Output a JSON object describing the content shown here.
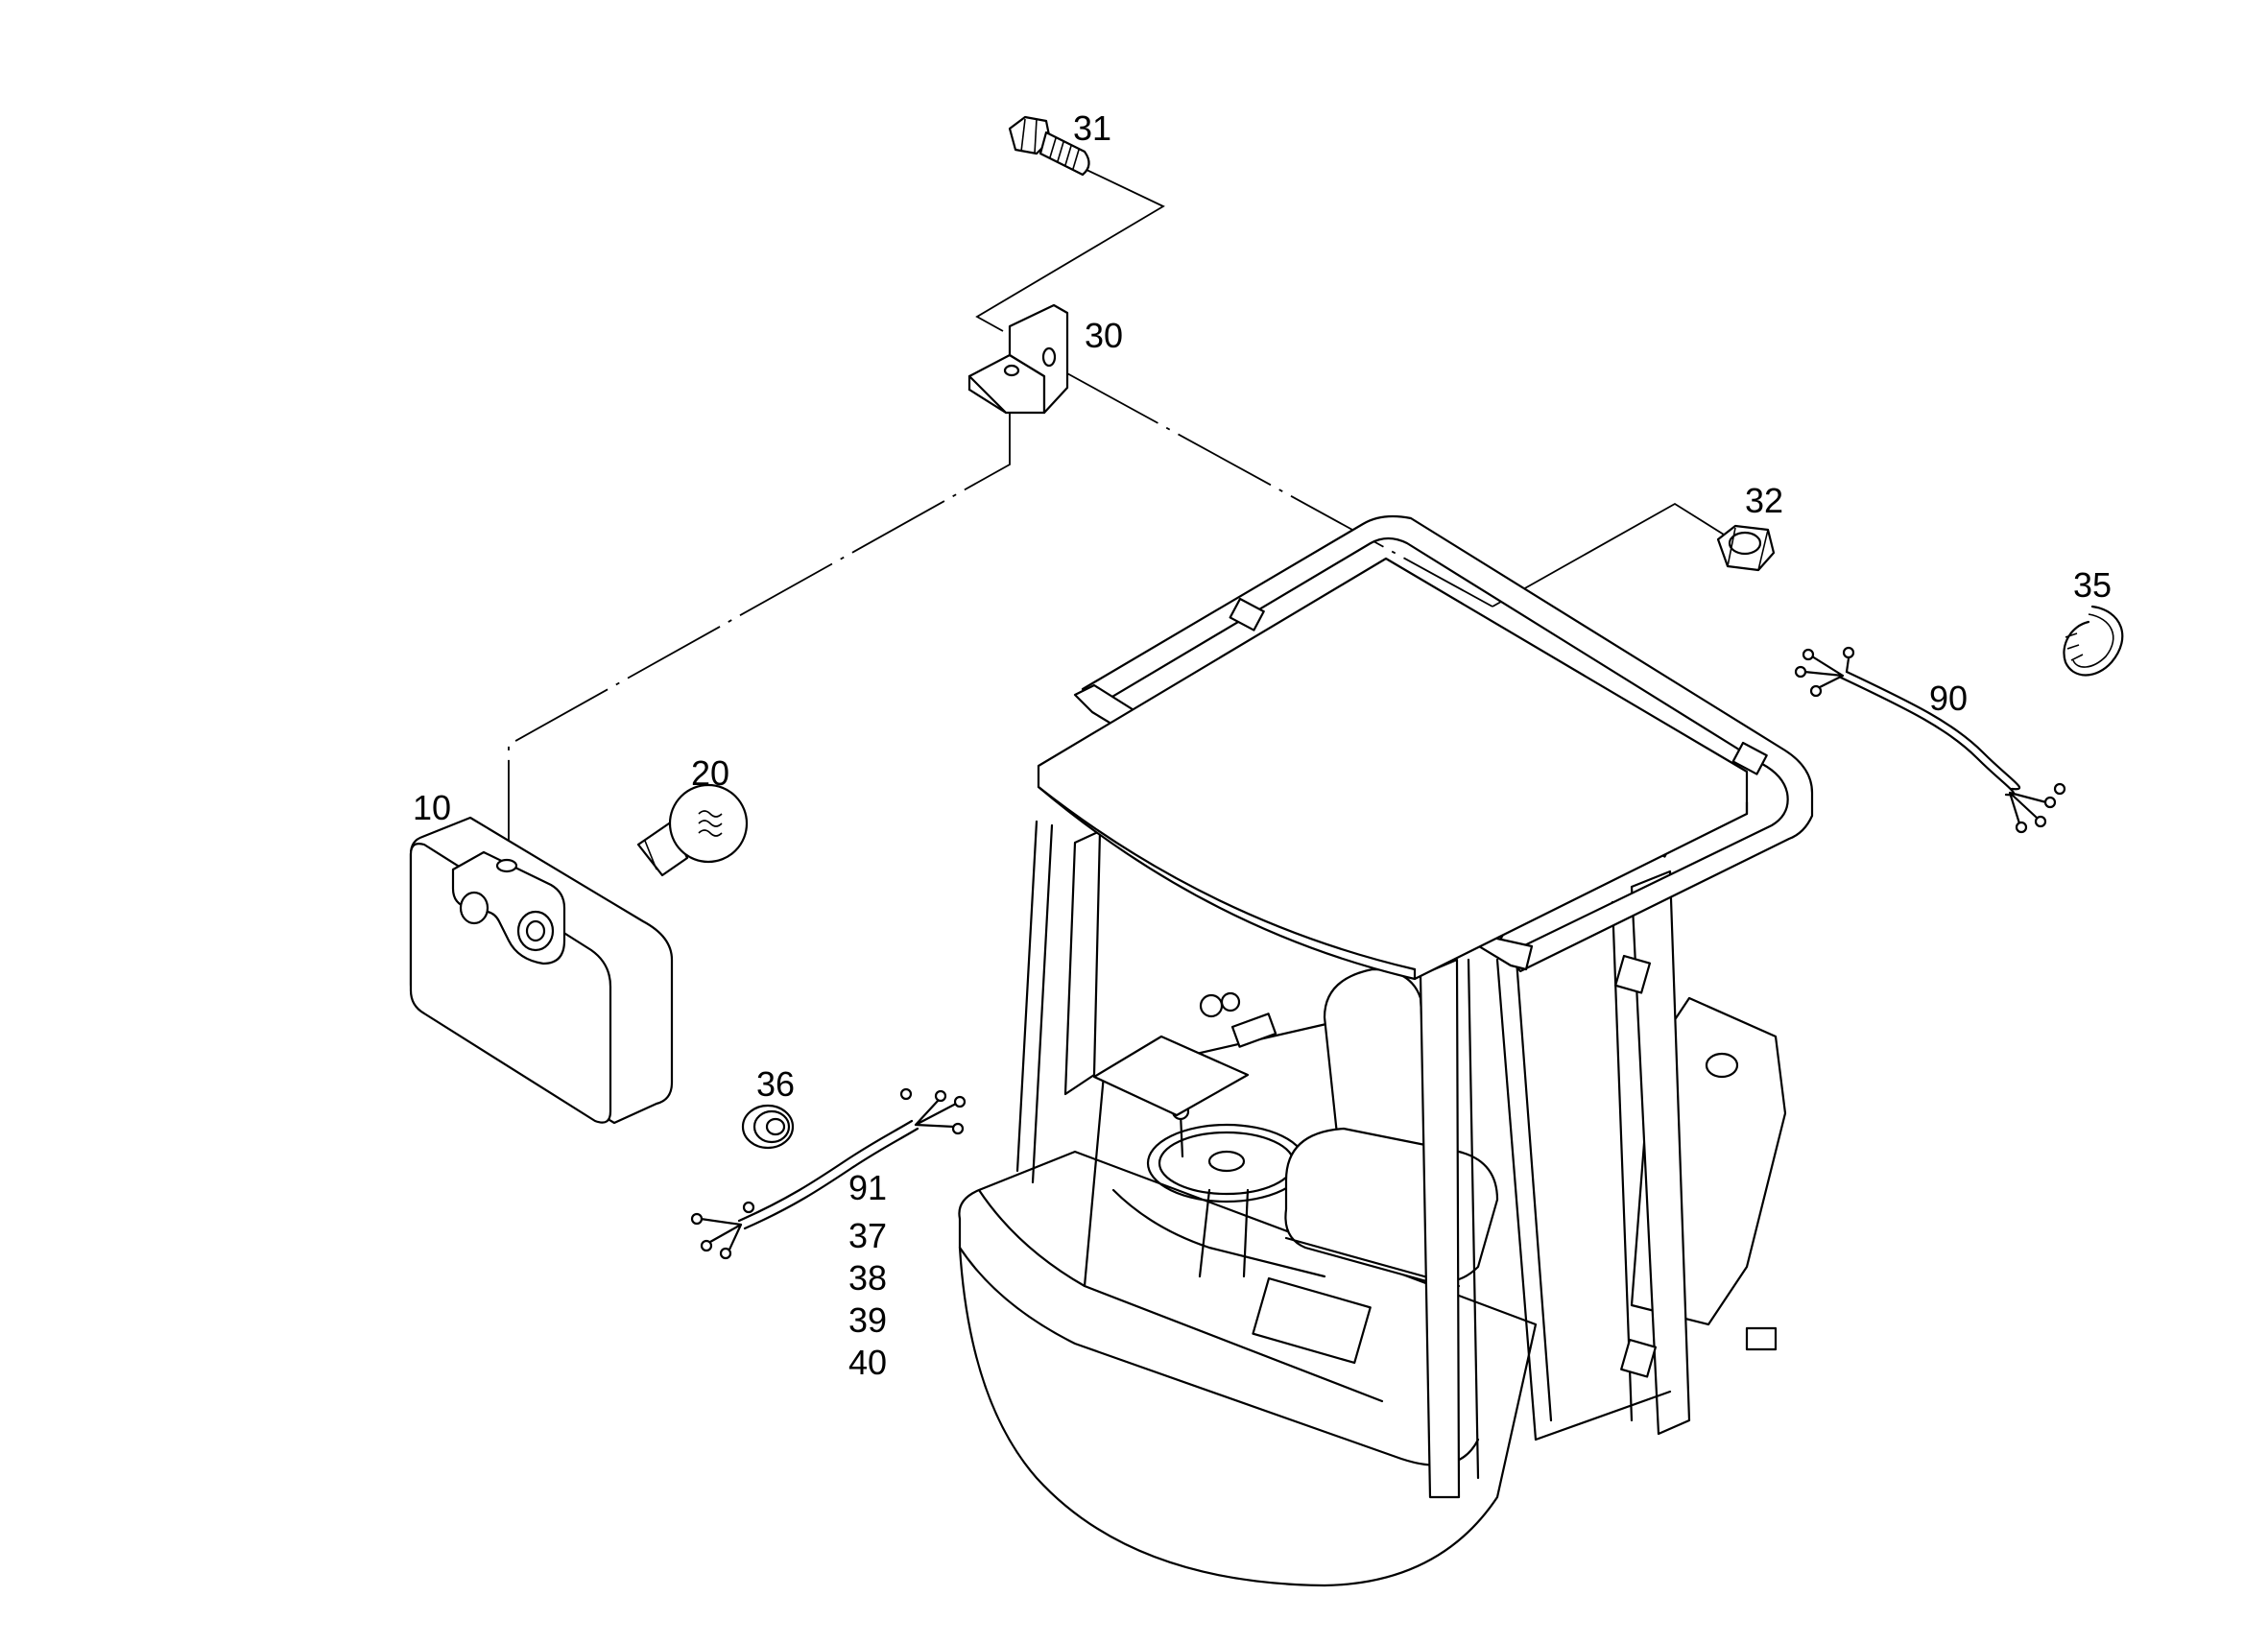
{
  "diagram": {
    "parts": [
      {
        "id": "p10",
        "label": "10"
      },
      {
        "id": "p20",
        "label": "20"
      },
      {
        "id": "p30",
        "label": "30"
      },
      {
        "id": "p31",
        "label": "31"
      },
      {
        "id": "p32",
        "label": "32"
      },
      {
        "id": "p35",
        "label": "35"
      },
      {
        "id": "p36",
        "label": "36"
      },
      {
        "id": "p90",
        "label": "90"
      },
      {
        "id": "p91",
        "label": "91"
      },
      {
        "id": "p37",
        "label": "37"
      },
      {
        "id": "p38",
        "label": "38"
      },
      {
        "id": "p39",
        "label": "39"
      },
      {
        "id": "p40",
        "label": "40"
      }
    ]
  }
}
